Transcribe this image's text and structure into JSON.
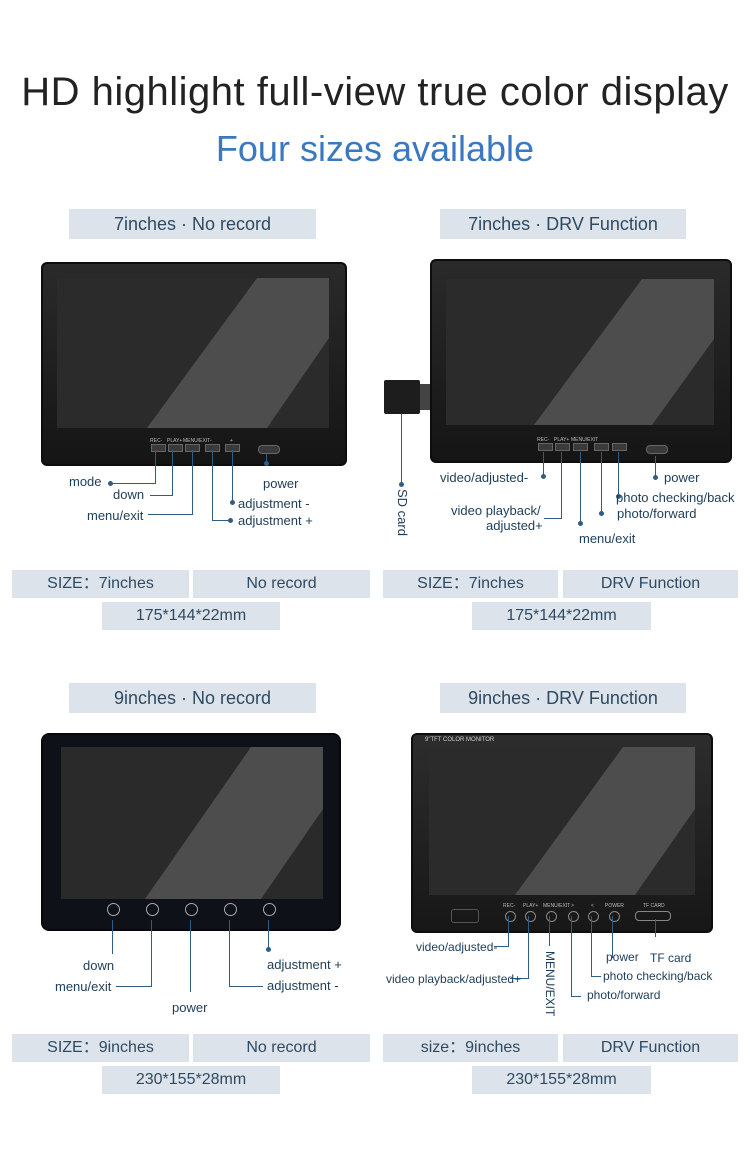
{
  "header": {
    "title": "HD highlight full-view true color display",
    "subtitle": "Four sizes available"
  },
  "colors": {
    "accent_blue": "#3b78c2",
    "label_bg": "#dde3ea",
    "label_text": "#2e4a63",
    "line": "#2f5d86"
  },
  "panel1": {
    "heading": "7inches · No record",
    "labels": {
      "mode": "mode",
      "down": "down",
      "menu": "menu/exit",
      "power": "power",
      "adj_minus": "adjustment -",
      "adj_plus": "adjustment +"
    },
    "size_label": "SIZE：7inches",
    "type_label": "No record",
    "dimensions": "175*144*22mm"
  },
  "panel2": {
    "heading": "7inches · DRV Function",
    "labels": {
      "sd_card": "SD card",
      "video_adjusted": "video/adjusted-",
      "video_playback": "video playback/",
      "adjusted_plus": "adjusted+",
      "menu": "menu/exit",
      "power": "power",
      "photo_checking": "photo checking/back",
      "photo_forward": "photo/forward"
    },
    "size_label": "SIZE：7inches",
    "type_label": "DRV Function",
    "dimensions": "175*144*22mm"
  },
  "panel3": {
    "heading": "9inches · No record",
    "labels": {
      "down": "down",
      "menu": "menu/exit",
      "power": "power",
      "adj_plus": "adjustment +",
      "adj_minus": "adjustment -"
    },
    "size_label": "SIZE：9inches",
    "type_label": "No record",
    "dimensions": "230*155*28mm"
  },
  "panel4": {
    "heading": "9inches · DRV Function",
    "monitor_brand": "9\"TFT COLOR MONITOR",
    "button_text": {
      "rec": "REC-",
      "play": "PLAY+",
      "menu": "MENU/EXIT",
      "gt": ">",
      "lt": "<",
      "power": "POWER",
      "tf": "TF CARD"
    },
    "labels": {
      "video_adjusted": "video/adjusted-",
      "video_playback": "video playback/adjusted+",
      "menu_exit": "MENU/EXIT",
      "power": "power",
      "tf_card": "TF card",
      "photo_checking": "photo checking/back",
      "photo_forward": "photo/forward"
    },
    "size_label": "size：9inches",
    "type_label": "DRV Function",
    "dimensions": "230*155*28mm"
  },
  "small_button_text": {
    "rec": "REC-",
    "play": "PLAY+",
    "menu": "MENU/EXIT",
    "plus": "+",
    "minus": "-"
  }
}
